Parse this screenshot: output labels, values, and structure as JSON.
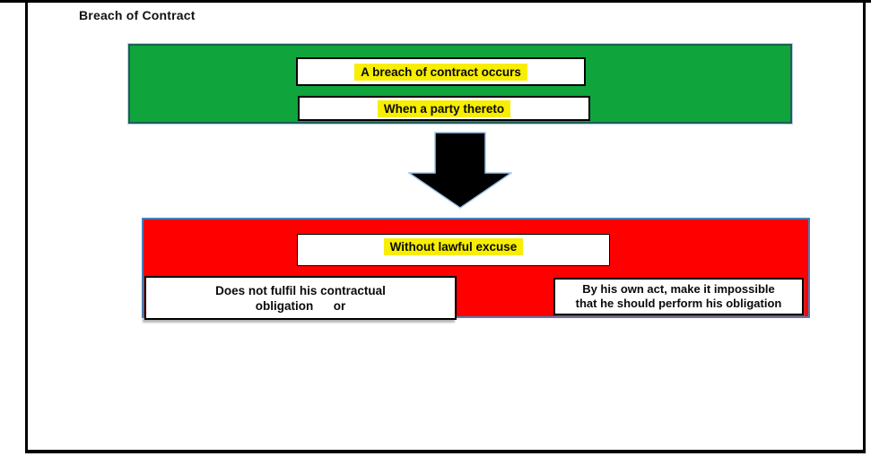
{
  "title": "Breach of Contract",
  "green_section": {
    "boxes": [
      {
        "text": "A breach of contract occurs"
      },
      {
        "text": "When a party thereto"
      }
    ]
  },
  "arrow": {
    "icon": "down-arrow"
  },
  "red_section": {
    "boxes": [
      {
        "text": "Without lawful excuse"
      },
      {
        "line1": "Does not fulfil his contractual",
        "line2": "obligation      or"
      },
      {
        "line1": "By his own act, make it impossible",
        "line2": "that he should perform his obligation"
      }
    ]
  },
  "colors": {
    "green_fill": "#0FA53C",
    "red_fill": "#FE0000",
    "highlight_yellow": "#F8EE00",
    "frame_black": "#000000",
    "green_border": "#1d5f52",
    "red_border": "#4a7ebb"
  }
}
